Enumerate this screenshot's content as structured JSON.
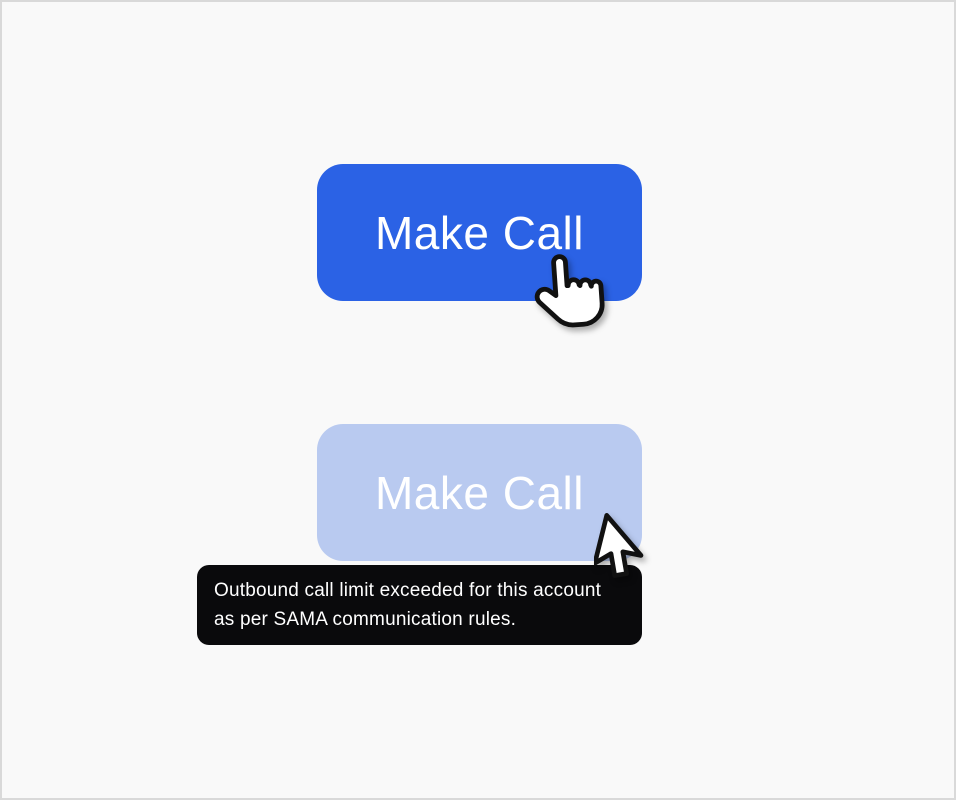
{
  "colors": {
    "page-bg": "#f9f9f9",
    "page-border": "#d9d9d9",
    "button-primary-bg": "#2b62e5",
    "button-disabled-bg": "#b9caf0",
    "button-text": "#ffffff",
    "tooltip-bg": "#0a0a0c",
    "tooltip-text": "#ffffff"
  },
  "make_call_button": {
    "label": "Make Call",
    "state": "enabled"
  },
  "make_call_button_disabled": {
    "label": "Make Call",
    "state": "disabled"
  },
  "tooltip": {
    "lines": [
      "Outbound call limit exceeded for this account",
      "as per SAMA communication rules."
    ]
  },
  "cursors": {
    "hand_pointer": "hand-pointer-cursor",
    "arrow": "arrow-cursor"
  }
}
